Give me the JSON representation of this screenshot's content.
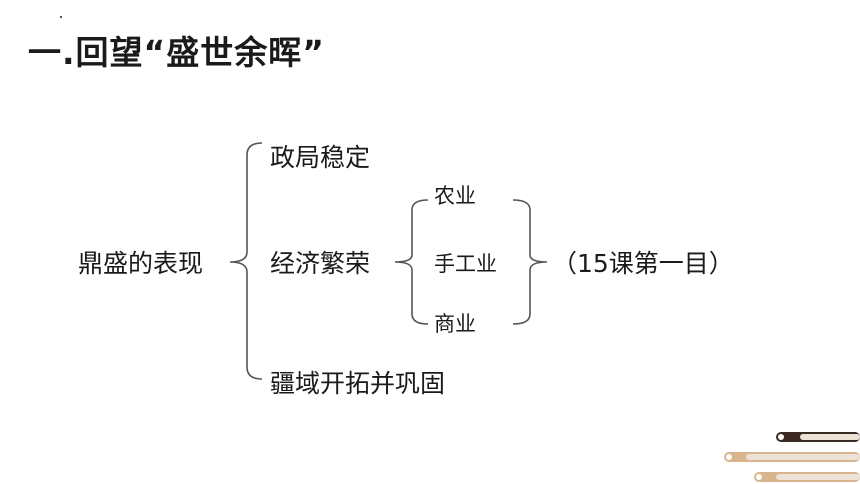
{
  "title": "一.回望“盛世余晖”",
  "diagram": {
    "root": "鼎盛的表现",
    "branches": [
      "政局稳定",
      "经济繁荣",
      "疆域开拓并巩固"
    ],
    "sub_branches": [
      "农业",
      "手工业",
      "商业"
    ],
    "note": "（15课第一目）"
  },
  "colors": {
    "text": "#1a1a1a",
    "brace": "#555555",
    "deco_dark": "#3b2a24",
    "deco_tan": "#d8b48f",
    "deco_beige": "#ece2d6"
  }
}
